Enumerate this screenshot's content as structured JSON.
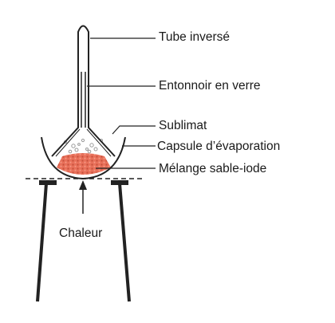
{
  "labels": {
    "tube": "Tube inversé",
    "funnel": "Entonnoir en verre",
    "sublimate": "Sublimat",
    "dish": "Capsule d’évaporation",
    "mixture": "Mélange sable-iode",
    "heat": "Chaleur"
  },
  "colors": {
    "line": "#111111",
    "mixture": "#e8705a",
    "mixture_dark": "#b94632",
    "sublimate": "#c9c9c9"
  }
}
